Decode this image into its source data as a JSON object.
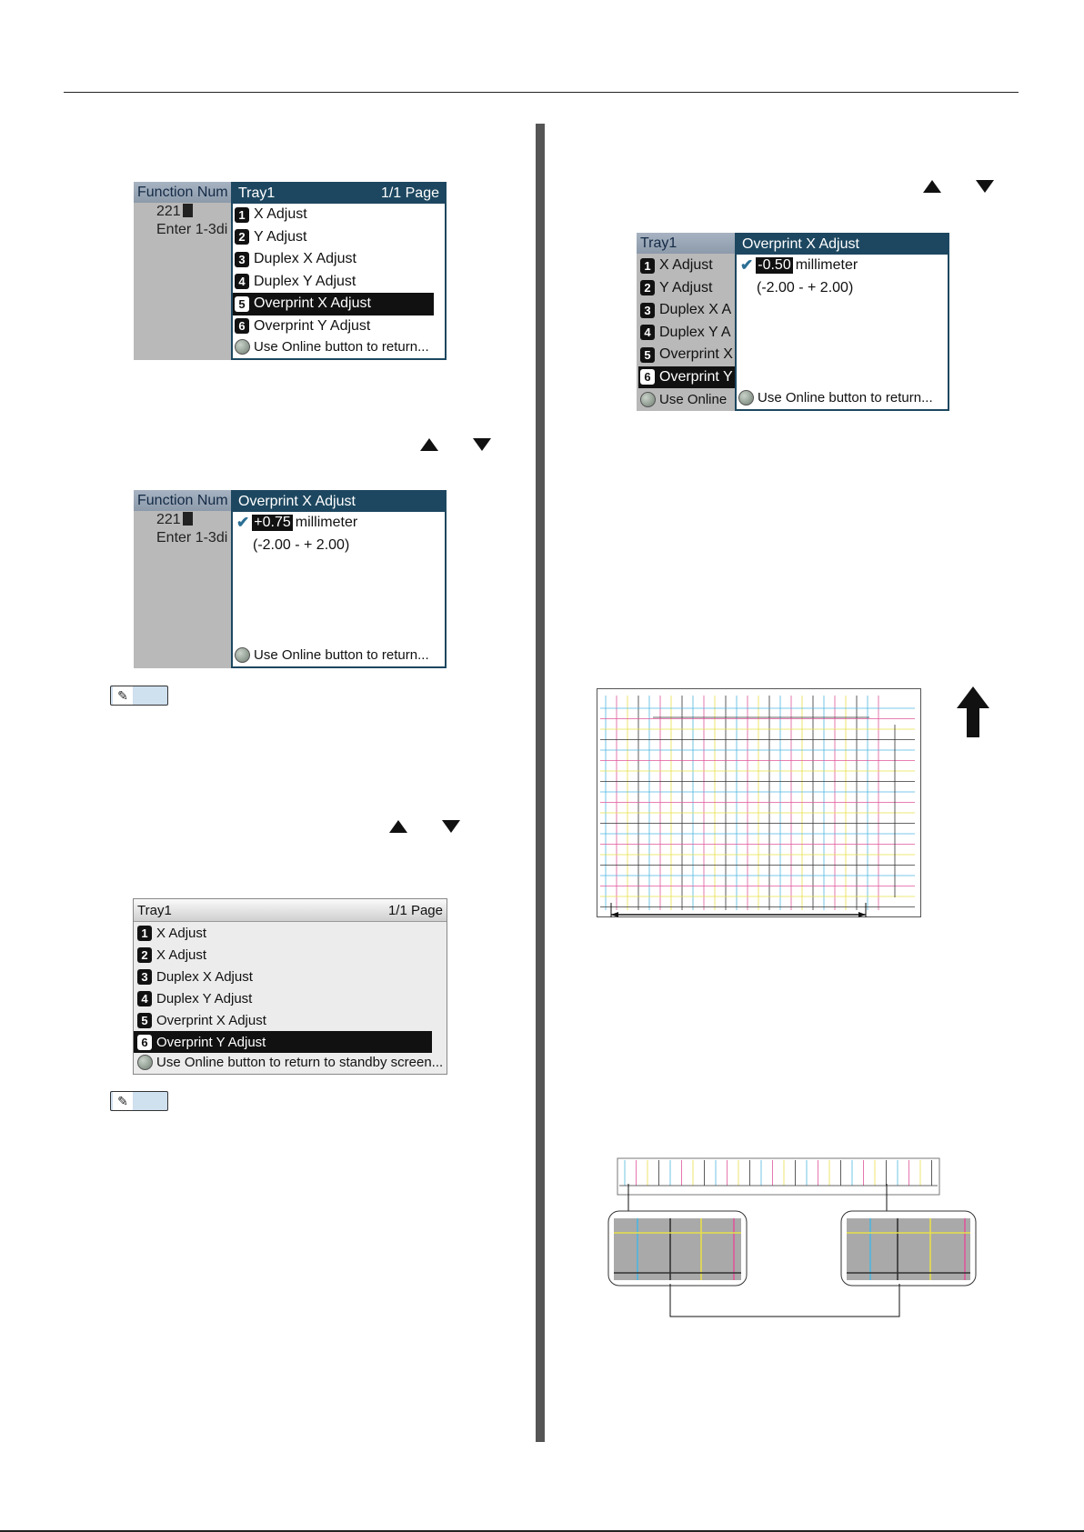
{
  "lcd_step_select": {
    "left_title": "Function Num",
    "left_value": "221",
    "left_hint": "Enter 1-3di",
    "window_title": "Tray1",
    "window_page": "1/1 Page",
    "items": [
      {
        "num": "1",
        "label": "X Adjust"
      },
      {
        "num": "2",
        "label": "Y Adjust"
      },
      {
        "num": "3",
        "label": "Duplex X Adjust"
      },
      {
        "num": "4",
        "label": "Duplex Y Adjust"
      },
      {
        "num": "5",
        "label": "Overprint X Adjust"
      },
      {
        "num": "6",
        "label": "Overprint Y Adjust"
      }
    ],
    "selected_index": 4,
    "footer": "Use Online button to return..."
  },
  "lcd_step_value": {
    "left_title": "Function Num",
    "left_value": "221",
    "left_hint": "Enter 1-3di",
    "window_title": "Overprint X Adjust",
    "value": "+0.75",
    "unit": "millimeter",
    "range": "(-2.00 - + 2.00)",
    "footer": "Use Online button to return..."
  },
  "lcd_step_y": {
    "title": "Tray1",
    "page": "1/1 Page",
    "items": [
      {
        "num": "1",
        "label": "X Adjust"
      },
      {
        "num": "2",
        "label": "X Adjust"
      },
      {
        "num": "3",
        "label": "Duplex X Adjust"
      },
      {
        "num": "4",
        "label": "Duplex Y Adjust"
      },
      {
        "num": "5",
        "label": "Overprint X Adjust"
      },
      {
        "num": "6",
        "label": "Overprint Y Adjust"
      }
    ],
    "selected_index": 5,
    "footer": "Use Online button to return to standby screen..."
  },
  "lcd_right": {
    "left_title": "Tray1",
    "left_items": [
      {
        "num": "1",
        "label": "X Adjust"
      },
      {
        "num": "2",
        "label": "Y Adjust"
      },
      {
        "num": "3",
        "label": "Duplex X A"
      },
      {
        "num": "4",
        "label": "Duplex Y A"
      },
      {
        "num": "5",
        "label": "Overprint X"
      },
      {
        "num": "6",
        "label": "Overprint Y"
      }
    ],
    "left_footer": "Use Online",
    "window_title": "Overprint X Adjust",
    "value": "-0.50",
    "unit": "millimeter",
    "range": "(-2.00 - + 2.00)",
    "footer": "Use Online button to return..."
  },
  "icons": {
    "up": "triangle-up-icon",
    "down": "triangle-down-icon",
    "memo": "memo-pen-icon",
    "check": "check-icon",
    "online": "online-button-icon",
    "feed": "paper-feed-arrow-icon"
  },
  "colors": {
    "lcd_header": "#1d4760",
    "check": "#2b6f94",
    "grid_cyan": "#4fb6e0",
    "grid_magenta": "#e0559a",
    "grid_yellow": "#e8e04a",
    "grid_black": "#333333"
  }
}
